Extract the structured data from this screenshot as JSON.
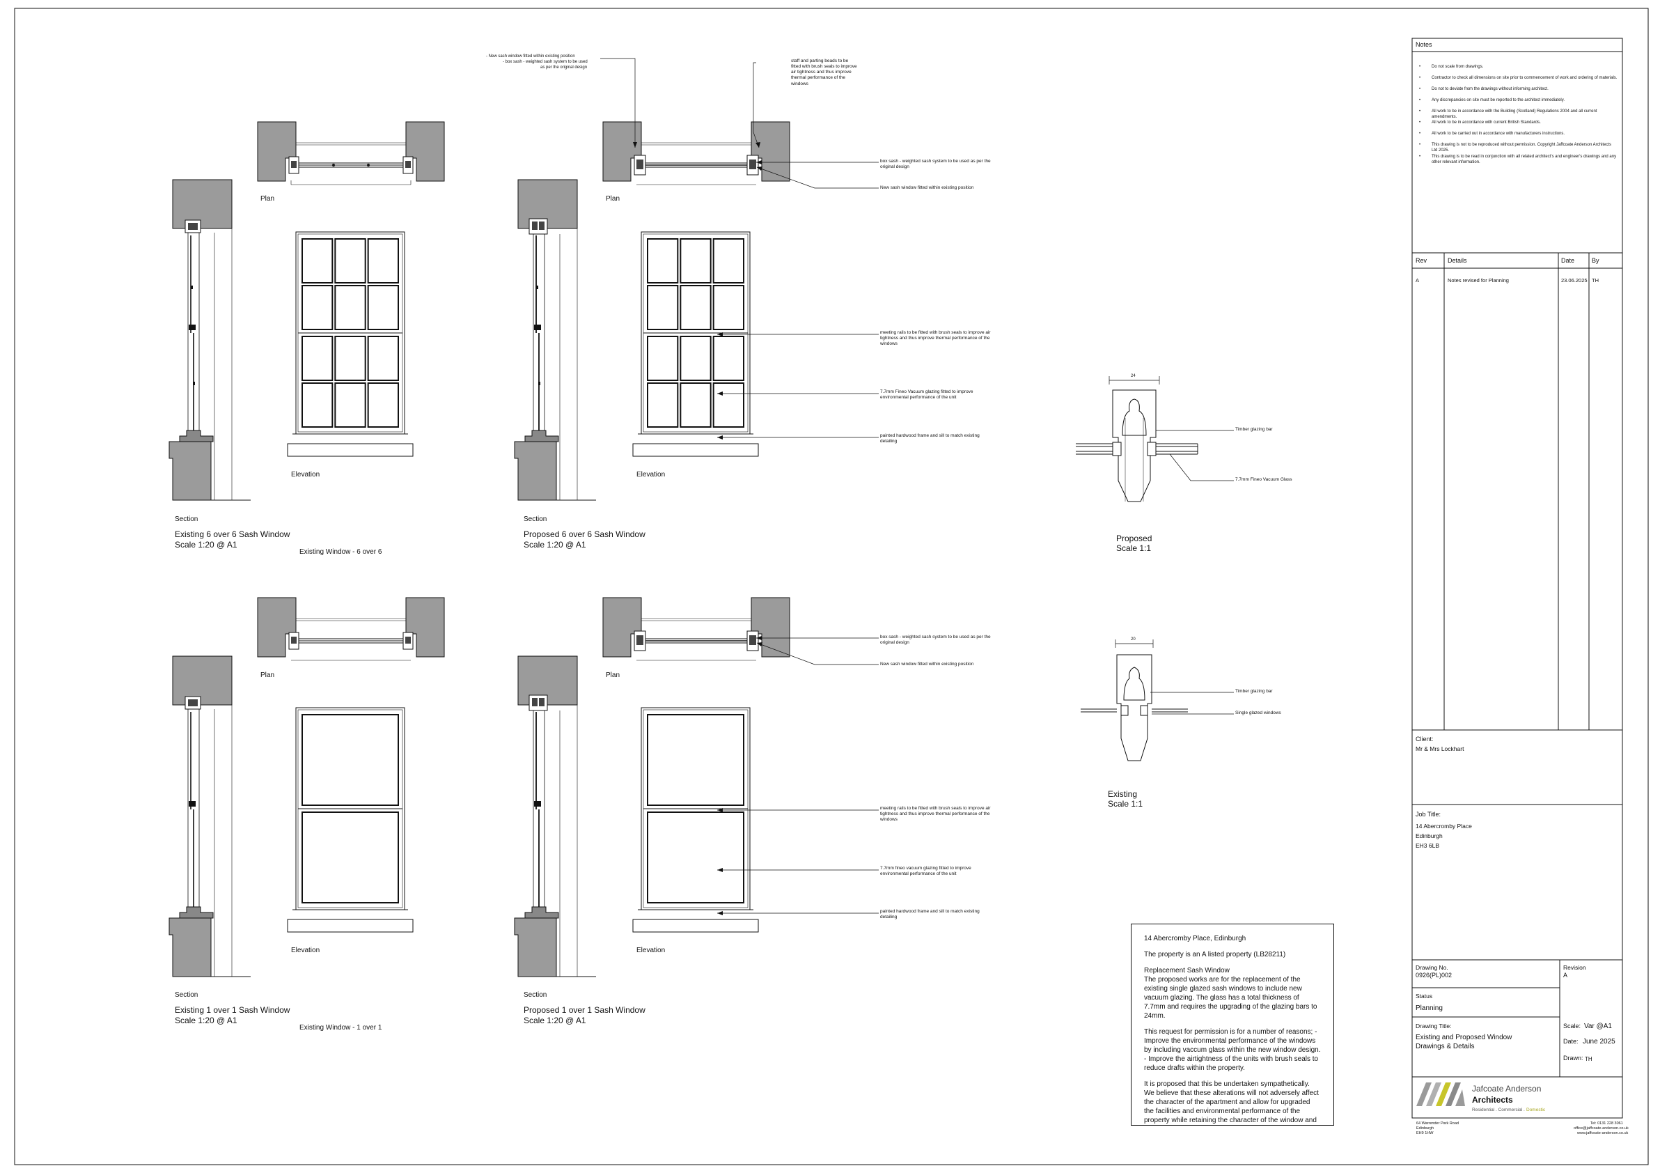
{
  "drawing": {
    "plan_label": "Plan",
    "elevation_label": "Elevation",
    "section_label": "Section",
    "existing_6over6": {
      "title": "Existing 6 over 6 Sash Window",
      "scale": "Scale 1:20 @ A1",
      "subtitle": "Existing Window - 6 over 6"
    },
    "proposed_6over6": {
      "title": "Proposed 6 over 6 Sash Window",
      "scale": "Scale 1:20 @ A1"
    },
    "existing_1over1": {
      "title": "Existing 1 over 1 Sash Window",
      "scale": "Scale 1:20 @ A1",
      "subtitle": "Existing Window - 1 over 1"
    },
    "proposed_1over1": {
      "title": "Proposed 1 over 1 Sash Window",
      "scale": "Scale 1:20 @ A1"
    }
  },
  "annotations": {
    "top_left_1": "-   New sash window fitted within existing position",
    "top_left_2": "-   box sash - weighted sash system to be used",
    "top_left_3": "as per the original design",
    "top_right": "staff and parting beads to be fitted with brush seals to improve air tightness and thus improve thermal performance of the windows",
    "box_sash": "box sash - weighted sash system to be used as per the original design",
    "new_sash": "New sash window fitted within existing position",
    "meeting_rails": "meeting rails to be fitted with brush seals to improve air tightness and thus improve thermal performance of the windows",
    "glazing_6": "7.7mm Fineo Vacuum glazing fitted to improve environmental performance of the unit",
    "glazing_1": "7.7mm fineo vacuum glazing fitted to improve environmental performance of the unit",
    "frame": "painted hardwood frame and sill to match existing detailing"
  },
  "details": {
    "proposed": {
      "dim": "24",
      "bar_label": "Timber glazing bar",
      "glass_label": "7.7mm Fineo Vacuum Glass",
      "title": "Proposed",
      "scale": "Scale 1:1"
    },
    "existing": {
      "dim": "20",
      "bar_label": "Timber glazing bar",
      "glass_label": "Single glazed windows",
      "title": "Existing",
      "scale": "Scale 1:1"
    }
  },
  "narrative": {
    "heading": "14 Abercromby Place, Edinburgh",
    "p1": "The property is an A listed property (LB28211)",
    "p2_title": "Replacement Sash Window",
    "p2": "The proposed works are for the replacement of the existing single glazed sash windows to include new vacuum glazing. The glass has a total thickness of 7.7mm and requires the upgrading of the glazing bars to 24mm.",
    "p3": "This request for permission is for a number of reasons; -Improve the environmental performance of the windows by including vaccum glass within the new window design. - Improve the airtightness of the units with brush seals to reduce drafts within the property.",
    "p4": "It is proposed that this be undertaken sympathetically. We believe that these alterations will not adversely affect the character of the apartment and allow for upgraded the facilities and environmental performance of the property while retaining the character of the window and overall property."
  },
  "title_block": {
    "notes_heading": "Notes",
    "notes": [
      "Do not scale from drawings.",
      "Contractor to check all dimensions on site prior to commencement of work and ordering of materials.",
      "Do not to deviate from the drawings without informing architect.",
      "Any discrepancies on site must be reported to the architect immediately.",
      "All work to be in accordance with the Building (Scotland) Regulations 2004 and all current amendments.",
      "All work to be in accordance with current British Standards.",
      "All work to be carried out in accordance with manufacturers instructions.",
      "This drawing is not to be reproduced without permission. Copyright Jaffcoate Anderson Architects Ltd 2025.",
      "This drawing is to be read in conjunction with all related architect's and engineer's drawings and any other relevant information."
    ],
    "rev_headers": {
      "rev": "Rev",
      "details": "Details",
      "date": "Date",
      "by": "By"
    },
    "revisions": [
      {
        "rev": "A",
        "details": "Notes revised for Planning",
        "date": "23.06.2025",
        "by": "TH"
      }
    ],
    "client_label": "Client:",
    "client": "Mr & Mrs Lockhart",
    "job_label": "Job Title:",
    "job_line1": "14 Abercromby Place",
    "job_line2": "Edinburgh",
    "job_line3": "EH3 6LB",
    "drawing_no_label": "Drawing No.",
    "drawing_no": "0926(PL)002",
    "revision_label": "Revision",
    "revision": "A",
    "status_label": "Status",
    "status": "Planning",
    "drawing_title_label": "Drawing Title:",
    "drawing_title_1": "Existing and Proposed Window",
    "drawing_title_2": "Drawings & Details",
    "scale_label": "Scale:",
    "scale": "Var @A1",
    "date_label": "Date:",
    "date": "June 2025",
    "drawn_label": "Drawn:",
    "drawn": "TH",
    "firm_line1": "Jafcoate Anderson",
    "firm_line2": "Architects",
    "firm_tagline_1": "Residential . Commercial .",
    "firm_tagline_2": "Domestic",
    "address_1": "64 Warrender Park Road",
    "address_2": "Edinburgh",
    "address_3": "EH9 1HW",
    "tel": "Tel: 0131 228 3061",
    "email": "office@jaffcoate-anderson.co.uk",
    "web": "www.jaffcoate-anderson.co.uk"
  },
  "colors": {
    "wall": "#9b9b9b",
    "line": "#111111",
    "accent": "#c7c52a"
  }
}
